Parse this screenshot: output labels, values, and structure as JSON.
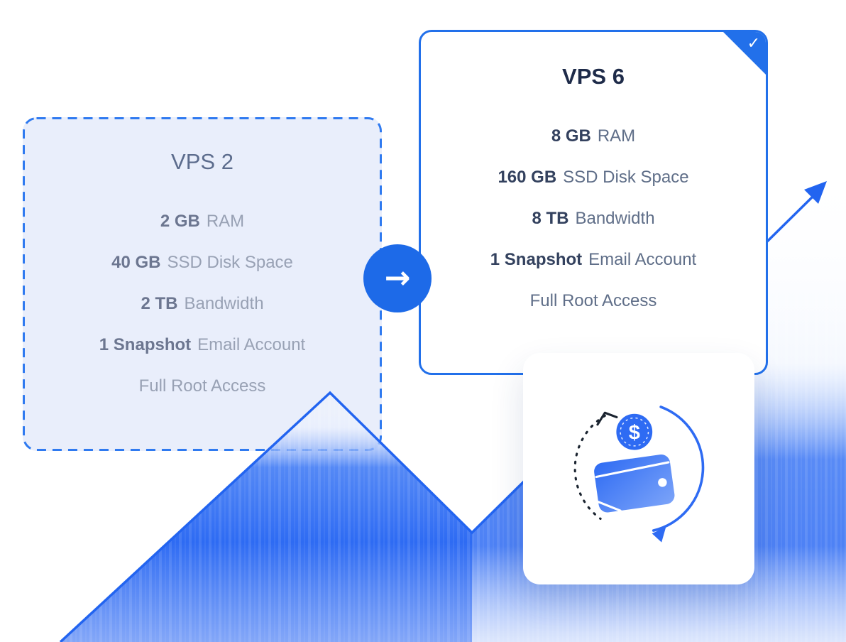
{
  "page": {
    "background": "#ffffff"
  },
  "colors": {
    "primary_blue": "#2264f0",
    "circle_blue": "#1d6ae8",
    "new_card_border": "#2270ea",
    "old_card_bg": "#e9eefb",
    "old_card_border": "#2f7af0",
    "old_title": "#5c6c8d",
    "old_text_strong": "#6c7690",
    "old_text_regular": "#98a1b4",
    "new_title": "#1e2b49",
    "new_text_strong": "#33415e",
    "new_text_regular": "#5f6e88",
    "wallet_gradient_start": "#2e6bf3",
    "wallet_gradient_end": "#7ca4f9"
  },
  "old_plan": {
    "title": "VPS 2",
    "features": [
      {
        "strong": "2 GB",
        "rest": "RAM"
      },
      {
        "strong": "40 GB",
        "rest": "SSD Disk Space"
      },
      {
        "strong": "2 TB",
        "rest": "Bandwidth"
      },
      {
        "strong": "1 Snapshot",
        "rest": "Email Account"
      },
      {
        "strong": "",
        "rest": "Full Root Access"
      }
    ]
  },
  "new_plan": {
    "title": "VPS 6",
    "selected_check": "✓",
    "features": [
      {
        "strong": "8 GB",
        "rest": "RAM"
      },
      {
        "strong": "160 GB",
        "rest": "SSD Disk Space"
      },
      {
        "strong": "8 TB",
        "rest": "Bandwidth"
      },
      {
        "strong": "1 Snapshot",
        "rest": "Email Account"
      },
      {
        "strong": "",
        "rest": "Full Root Access"
      }
    ]
  },
  "upgrade_arrow": {
    "icon": "right-arrow-icon",
    "glyph": "→"
  },
  "wallet_card": {
    "icon": "money-back-wallet-icon",
    "currency_symbol": "$"
  },
  "background_graphic": {
    "icon": "growth-arrow-graphic"
  }
}
